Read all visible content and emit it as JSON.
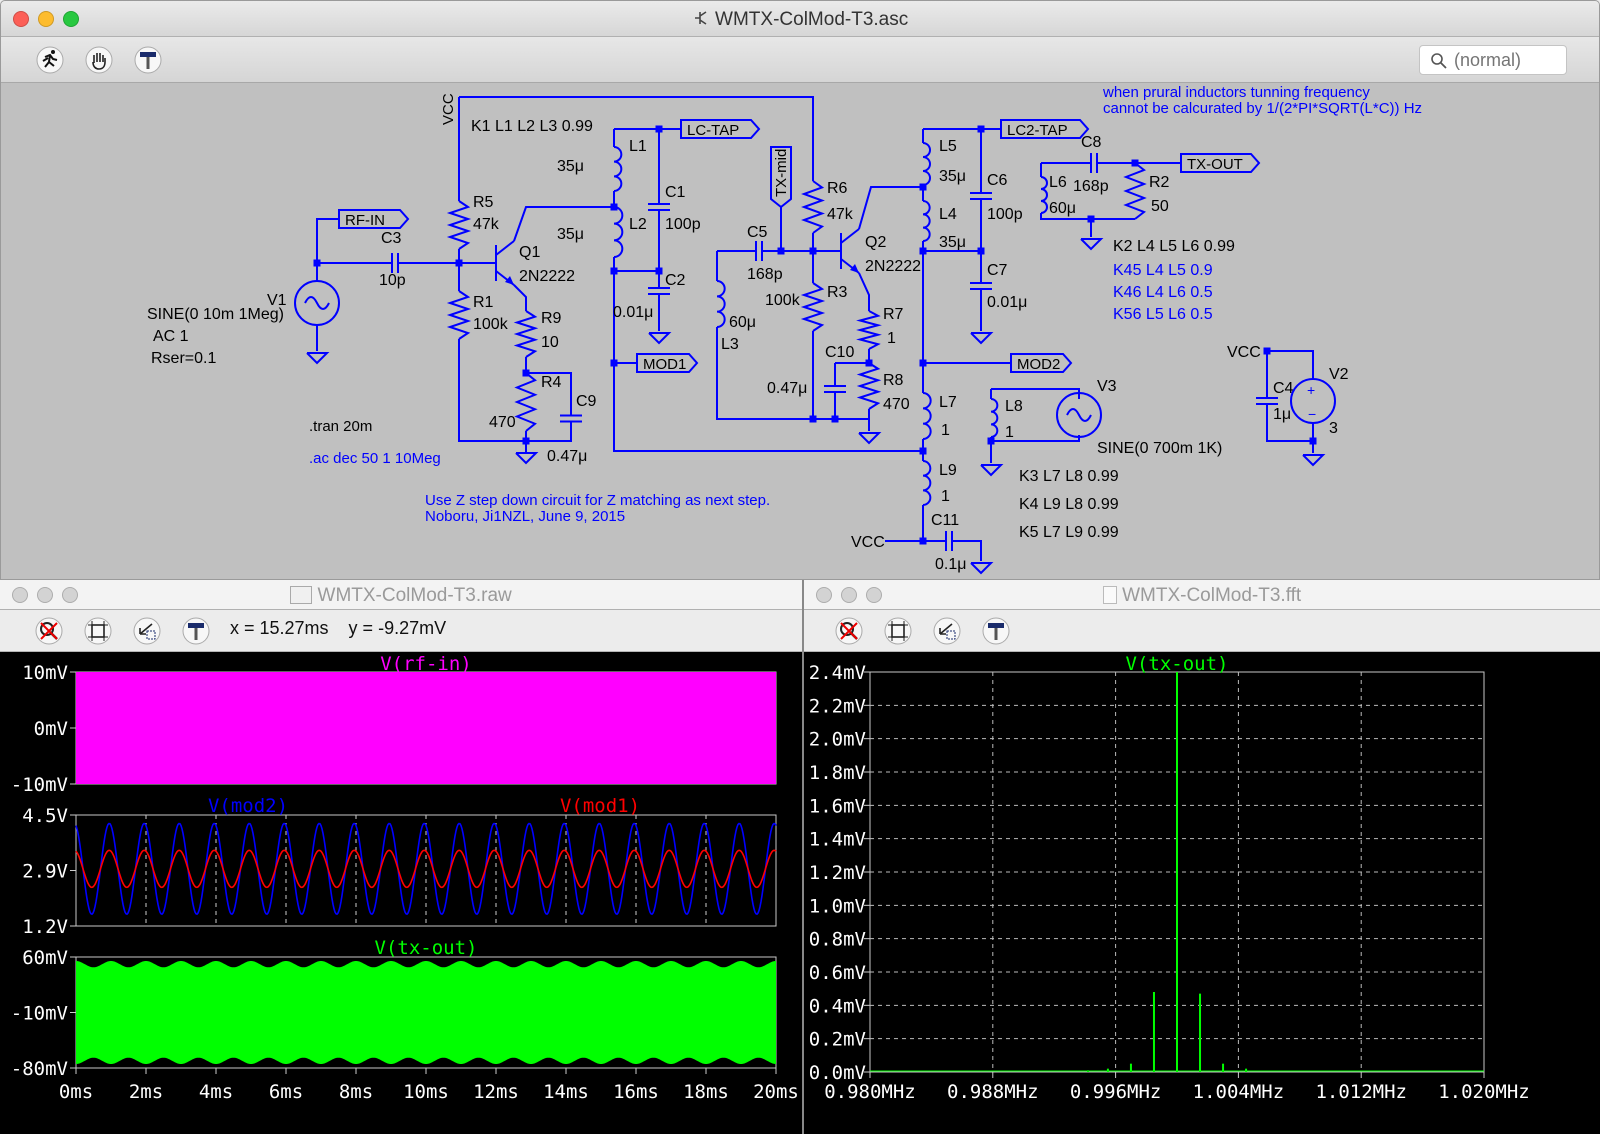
{
  "schematic": {
    "title": "WMTX-ColMod-T3.asc",
    "search_placeholder": "(normal)",
    "texts": {
      "vcc": "VCC",
      "k1": "K1 L1 L2 L3 0.99",
      "l1": "L1",
      "l1v": "35μ",
      "l2": "L2",
      "l2v": "35μ",
      "lctap": "LC-TAP",
      "c1": "C1",
      "c1v": "100p",
      "c2": "C2",
      "c2v": "0.01μ",
      "txmid": "TX-mid",
      "r6": "R6",
      "r6v": "47k",
      "c5": "C5",
      "c5v": "168p",
      "q2": "Q2",
      "q2t": "2N2222",
      "r3": "R3",
      "r3v": "100k",
      "l3": "L3",
      "l3v": "60μ",
      "r7": "R7",
      "r7v": "1",
      "c10": "C10",
      "c10v": "0.47μ",
      "r8": "R8",
      "r8v": "470",
      "rfin": "RF-IN",
      "c3": "C3",
      "c3v": "10p",
      "r5": "R5",
      "r5v": "47k",
      "q1": "Q1",
      "q1t": "2N2222",
      "r1": "R1",
      "r1v": "100k",
      "r9": "R9",
      "r9v": "10",
      "r4": "R4",
      "r4v": "470",
      "c9": "C9",
      "c9v": "0.47μ",
      "mod1": "MOD1",
      "v1": "V1",
      "v1src": "SINE(0 10m 1Meg)",
      "v1ac": "AC 1",
      "v1rser": "Rser=0.1",
      "tran": ".tran 20m",
      "ac": ".ac dec 50 1 10Meg",
      "note1": "Use Z step down circuit for Z matching as next step.",
      "note2": "Noboru, Ji1NZL, June 9, 2015",
      "l5": "L5",
      "l5v": "35μ",
      "l4": "L4",
      "l4v": "35μ",
      "lc2tap": "LC2-TAP",
      "c6": "C6",
      "c6v": "100p",
      "c7": "C7",
      "c7v": "0.01μ",
      "c8": "C8",
      "c8v": "168p",
      "l6": "L6",
      "l6v": "60μ",
      "r2": "R2",
      "r2v": "50",
      "txout": "TX-OUT",
      "note3": "when prural inductors tunning frequency",
      "note4": "cannot be calcurated by 1/(2*PI*SQRT(L*C)) Hz",
      "k2": "K2 L4 L5 L6 0.99",
      "k45": "K45 L4 L5  0.9",
      "k46": "K46 L4 L6  0.5",
      "k56": "K56 L5 L6  0.5",
      "mod2": "MOD2",
      "l7": "L7",
      "l7v": "1",
      "l8": "L8",
      "l8v": "1",
      "v3": "V3",
      "v3src": "SINE(0 700m 1K)",
      "l9": "L9",
      "l9v": "1",
      "k3": "K3 L7 L8 0.99",
      "k4": "K4 L9 L8 0.99",
      "k5": "K5 L7 L9 0.99",
      "vcc2": "VCC",
      "c11": "C11",
      "c11v": "0.1μ",
      "vcc3": "VCC",
      "c4": "C4",
      "c4v": "1μ",
      "v2": "V2",
      "v2v": "3"
    }
  },
  "raw": {
    "title": "WMTX-ColMod-T3.raw",
    "readout": "x = 15.27ms    y = -9.27mV",
    "x_ticks": [
      "0ms",
      "2ms",
      "4ms",
      "6ms",
      "8ms",
      "10ms",
      "12ms",
      "14ms",
      "16ms",
      "18ms",
      "20ms"
    ],
    "panes": [
      {
        "traces": [
          "V(rf-in)"
        ],
        "ticks": [
          "10mV",
          "0mV",
          "-10mV"
        ]
      },
      {
        "traces": [
          "V(mod2)",
          "V(mod1)"
        ],
        "ticks": [
          "4.5V",
          "2.9V",
          "1.2V"
        ]
      },
      {
        "traces": [
          "V(tx-out)"
        ],
        "ticks": [
          "60mV",
          "-10mV",
          "-80mV"
        ]
      }
    ]
  },
  "fft": {
    "title": "WMTX-ColMod-T3.fft",
    "trace": "V(tx-out)",
    "y_ticks": [
      "2.4mV",
      "2.2mV",
      "2.0mV",
      "1.8mV",
      "1.6mV",
      "1.4mV",
      "1.2mV",
      "1.0mV",
      "0.8mV",
      "0.6mV",
      "0.4mV",
      "0.2mV",
      "0.0mV"
    ],
    "x_ticks": [
      "0.980MHz",
      "0.988MHz",
      "0.996MHz",
      "1.004MHz",
      "1.012MHz",
      "1.020MHz"
    ]
  },
  "colors": {
    "wire": "#0000ff",
    "rfin": "#ff00ff",
    "mod2": "#0000ff",
    "mod1": "#ff0000",
    "txout": "#00ff00",
    "grid": "#888888",
    "close": "#fc5f57",
    "min": "#fdbc2e",
    "max": "#28c840"
  },
  "chart_data": [
    {
      "type": "line",
      "title": "",
      "xlabel": "",
      "ylabel": "",
      "xlim": [
        0,
        20
      ],
      "ylim": [
        -10,
        10
      ],
      "series": [
        {
          "name": "V(rf-in)",
          "x_unit": "ms",
          "y_unit": "mV",
          "amplitude": 10,
          "frequency_hz": 1000000
        }
      ]
    },
    {
      "type": "line",
      "title": "",
      "xlabel": "",
      "ylabel": "",
      "xlim": [
        0,
        20
      ],
      "ylim": [
        1.2,
        4.5
      ],
      "series": [
        {
          "name": "V(mod2)",
          "x_unit": "ms",
          "y_unit": "V",
          "offset": 2.9,
          "amplitude": 1.35,
          "frequency_hz": 1000
        },
        {
          "name": "V(mod1)",
          "x_unit": "ms",
          "y_unit": "V",
          "offset": 2.9,
          "amplitude": 0.55,
          "frequency_hz": 1000
        }
      ]
    },
    {
      "type": "area",
      "title": "",
      "xlabel": "",
      "ylabel": "",
      "xlim": [
        0,
        20
      ],
      "ylim": [
        -80,
        60
      ],
      "series": [
        {
          "name": "V(tx-out)",
          "x_unit": "ms",
          "y_unit": "mV",
          "offset": -10,
          "envelope_max": [
            55,
            47
          ],
          "modulation_hz": 1000
        }
      ]
    },
    {
      "type": "line",
      "title": "",
      "xlabel": "",
      "ylabel": "",
      "xlim": [
        0.98,
        1.02
      ],
      "ylim": [
        0,
        2.4
      ],
      "series": [
        {
          "name": "V(tx-out)",
          "x": [
            0.9942,
            0.9955,
            0.997,
            0.9985,
            1.0,
            1.0015,
            1.003,
            1.0045
          ],
          "y": [
            0.01,
            0.02,
            0.05,
            0.48,
            2.4,
            0.47,
            0.05,
            0.02
          ]
        }
      ]
    }
  ]
}
